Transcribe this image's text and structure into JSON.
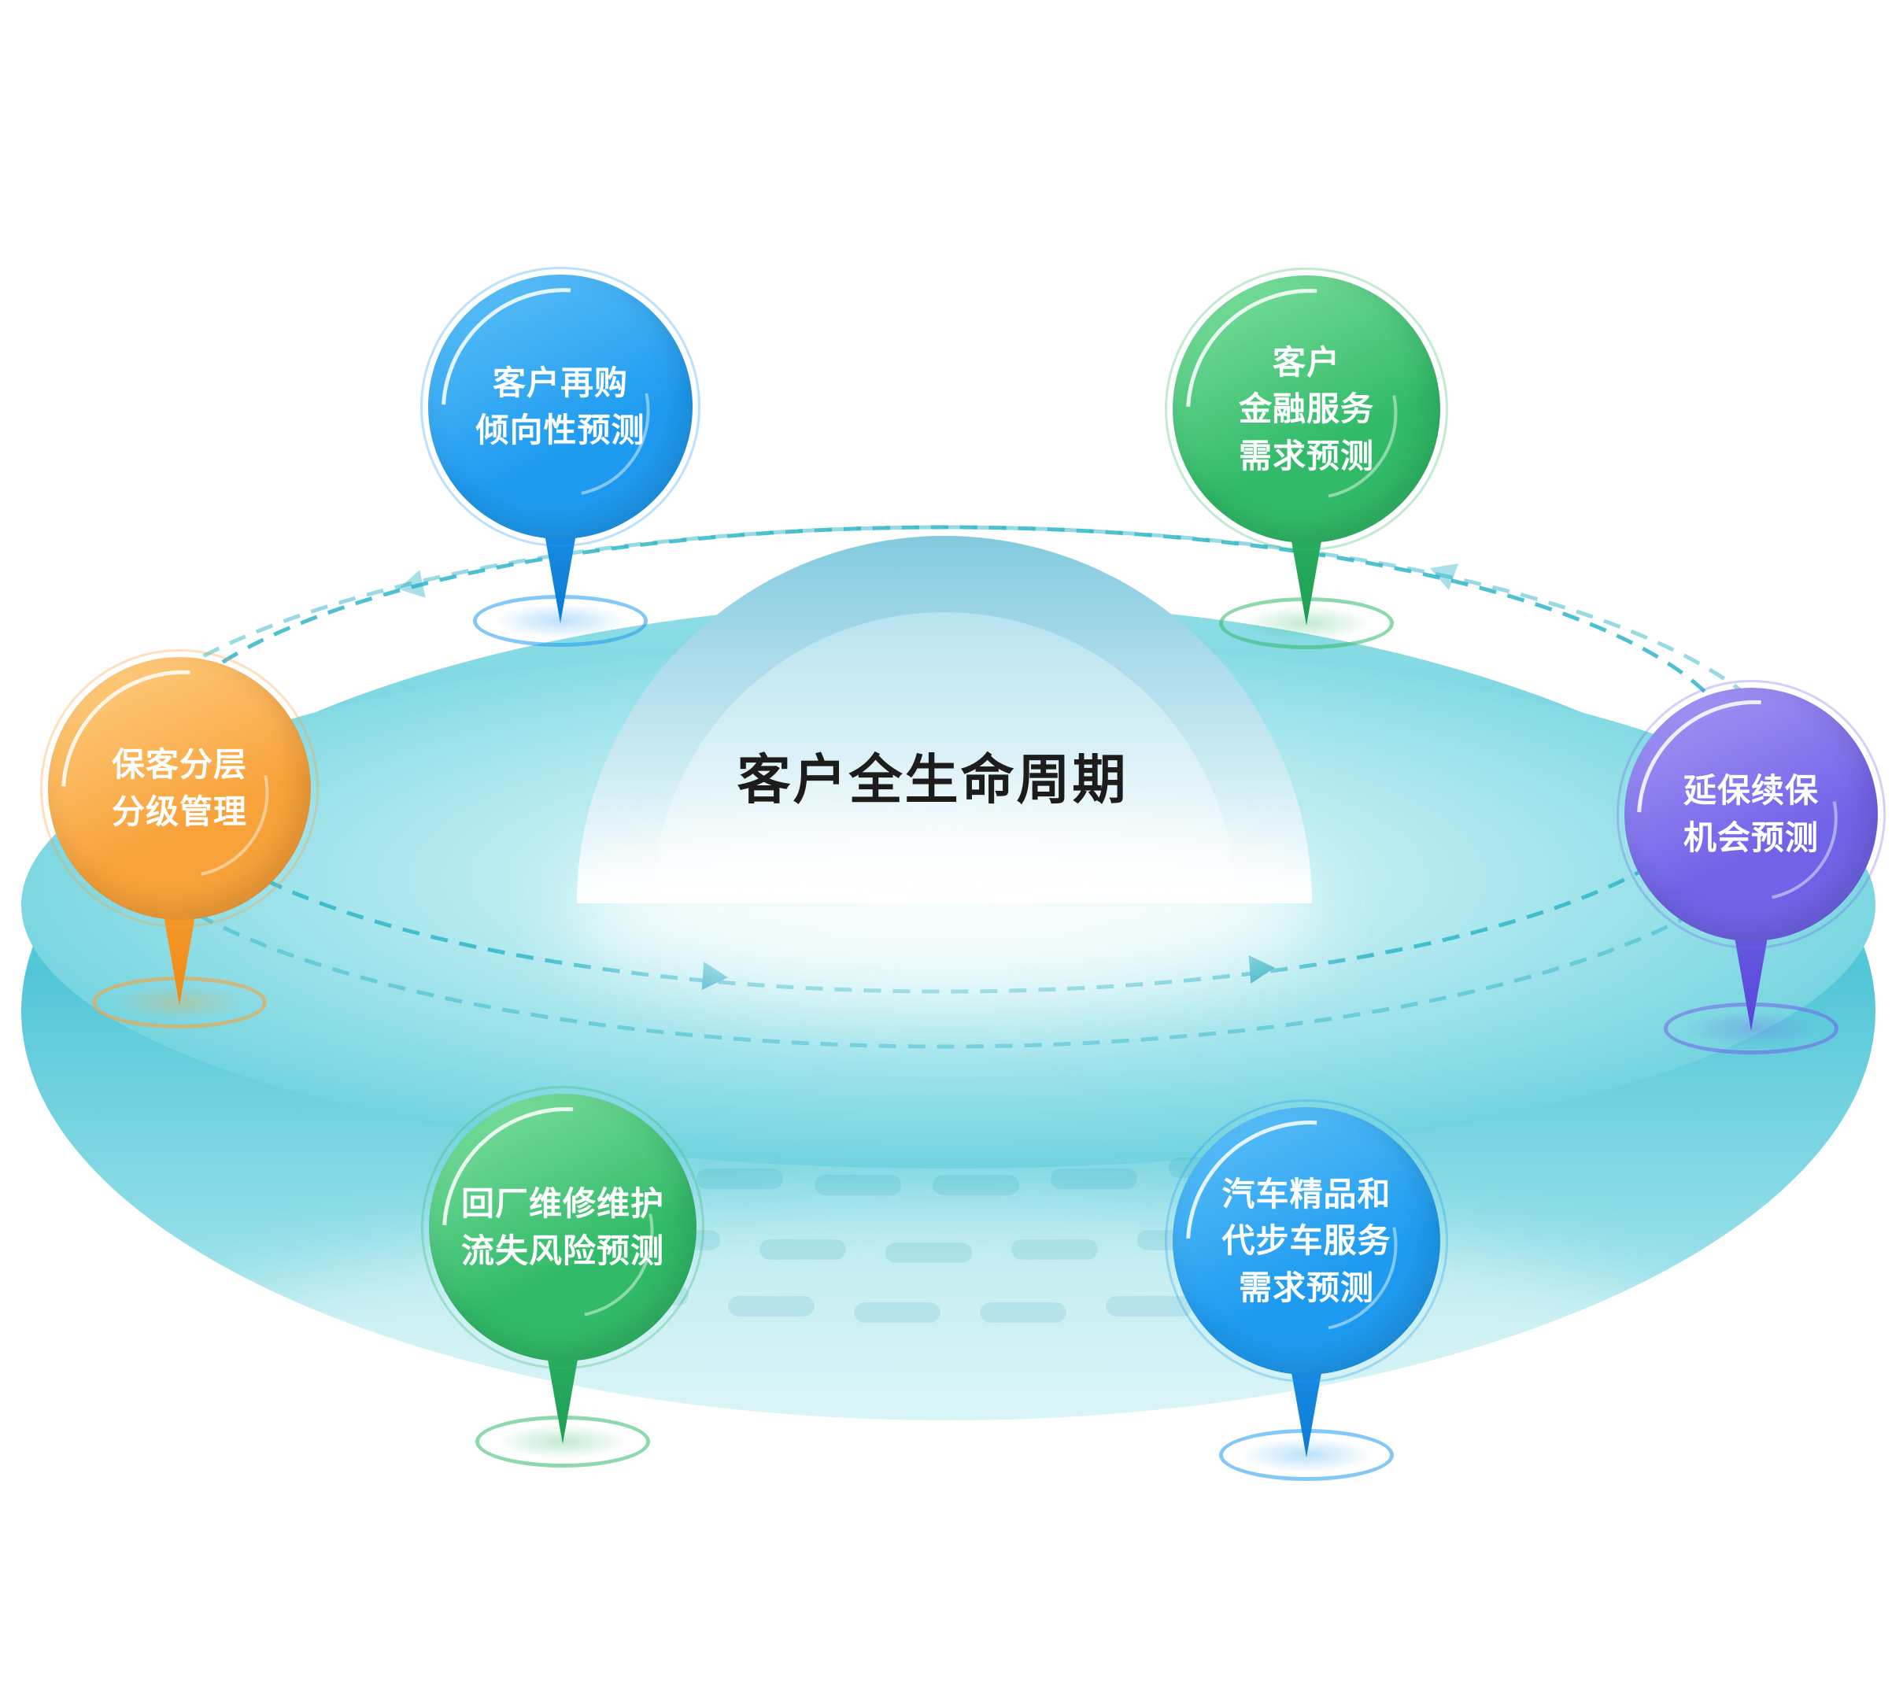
{
  "title": "客户全生命周期",
  "pins": [
    {
      "id": "repurchase-propensity",
      "label": "客户再购\n倾向性预测",
      "color": "#1e9bf0",
      "position": "top-left"
    },
    {
      "id": "financial-service-demand",
      "label": "客户\n金融服务\n需求预测",
      "color": "#31ba68",
      "position": "top-right"
    },
    {
      "id": "customer-tier-management",
      "label": "保客分层\n分级管理",
      "color": "#f8a23a",
      "position": "left"
    },
    {
      "id": "warranty-renewal-opportunity",
      "label": "延保续保\n机会预测",
      "color": "#7163e8",
      "position": "right"
    },
    {
      "id": "service-churn-risk",
      "label": "回厂维修维护\n流失风险预测",
      "color": "#31ba68",
      "position": "bottom-left"
    },
    {
      "id": "accessory-courtesy-demand",
      "label": "汽车精品和\n代步车服务\n需求预测",
      "color": "#1e9bf0",
      "position": "bottom-right"
    }
  ],
  "colors": {
    "blue": "#1e9bf0",
    "green": "#31ba68",
    "orange": "#f8a23a",
    "purple": "#7163e8",
    "disc_teal": "#55c8d8",
    "dashed_ring": "#2fb6c9",
    "title_text": "#1c1c1c",
    "background": "#ffffff"
  },
  "flow": {
    "type": "cycle",
    "direction": "counter-clockwise",
    "arrow_count": 4
  }
}
